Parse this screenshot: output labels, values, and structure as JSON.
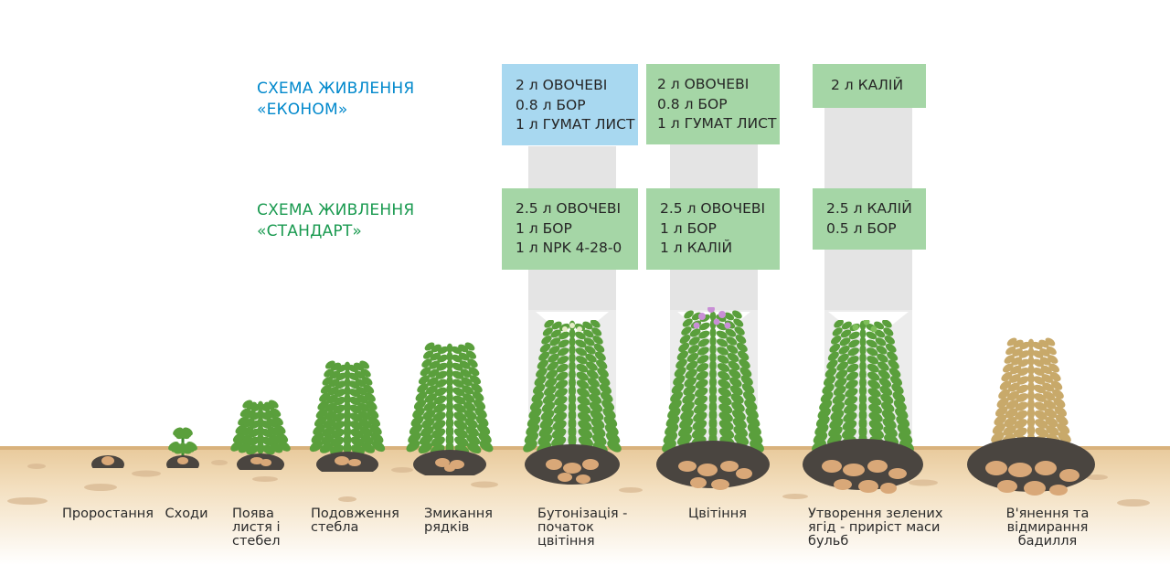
{
  "colors": {
    "econom": "#0088cc",
    "standard": "#1a9a50",
    "econom_box_blue": "#a8d8f0",
    "green_box": "#a5d6a6",
    "beam": "#e4e4e4",
    "leaf": "#5a9f3c",
    "leaf_dark": "#3f8a30",
    "wilted_leaf": "#c8a96a",
    "soil": "#f0d9b5",
    "soil_mound": "#4a4540",
    "tuber": "#d9a878",
    "flower": "#c98fd6"
  },
  "scheme_econom": {
    "lines": [
      "СХЕМА ЖИВЛЕННЯ",
      "«ЕКОНОМ»"
    ]
  },
  "scheme_standard": {
    "lines": [
      "СХЕМА ЖИВЛЕННЯ",
      "«СТАНДАРТ»"
    ]
  },
  "econom_boxes": [
    {
      "lines": [
        "2 л ОВОЧЕВІ",
        "0.8 л БОР",
        "1 л ГУМАТ ЛИСТ"
      ]
    },
    {
      "lines": [
        "2 л ОВОЧЕВІ",
        "0.8 л БОР",
        "1 л ГУМАТ ЛИСТ"
      ]
    },
    {
      "lines": [
        "2 л КАЛІЙ"
      ]
    }
  ],
  "standard_boxes": [
    {
      "lines": [
        "2.5 л ОВОЧЕВІ",
        "1 л БОР",
        "1 л NPK 4-28-0"
      ]
    },
    {
      "lines": [
        "2.5 л ОВОЧЕВІ",
        "1 л БОР",
        "1 л КАЛІЙ"
      ]
    },
    {
      "lines": [
        "2.5 л КАЛІЙ",
        "0.5 л БОР"
      ]
    }
  ],
  "stages": [
    {
      "lines": [
        "Проростання"
      ]
    },
    {
      "lines": [
        "Сходи"
      ]
    },
    {
      "lines": [
        "Поява",
        "листя і",
        "стебел"
      ]
    },
    {
      "lines": [
        "Подовження",
        "стебла"
      ]
    },
    {
      "lines": [
        "Змикання",
        "рядків"
      ]
    },
    {
      "lines": [
        "Бутонізація -",
        "початок",
        "цвітіння"
      ]
    },
    {
      "lines": [
        "Цвітіння"
      ]
    },
    {
      "lines": [
        "Утворення зелених",
        "ягід - приріст маси",
        "бульб"
      ]
    },
    {
      "lines": [
        "В'янення та",
        "відмирання",
        "бадилля"
      ]
    }
  ]
}
